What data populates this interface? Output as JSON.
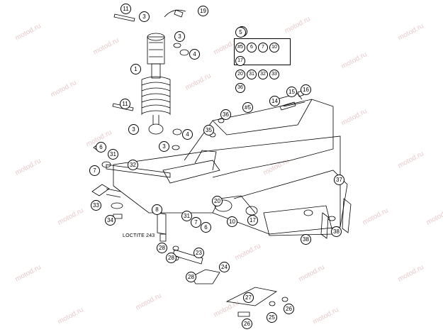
{
  "watermark": "motod.ru",
  "note": "LOCTITE 243",
  "kit_box": {
    "label": "5",
    "items": [
      "#5",
      "6",
      "7",
      "10",
      "17",
      "20",
      "31",
      "32",
      "33",
      "36"
    ]
  },
  "callouts": [
    "11",
    "3",
    "19",
    "3",
    "4",
    "1",
    "5",
    "11",
    "3",
    "4",
    "3",
    "15",
    "16",
    "14",
    "#5",
    "36",
    "35",
    "6",
    "31",
    "7",
    "32",
    "33",
    "34",
    "8",
    "20",
    "31",
    "7",
    "6",
    "10",
    "17",
    "37",
    "38",
    "38",
    "28",
    "28",
    "23",
    "24",
    "28",
    "27",
    "26",
    "25",
    "26"
  ]
}
